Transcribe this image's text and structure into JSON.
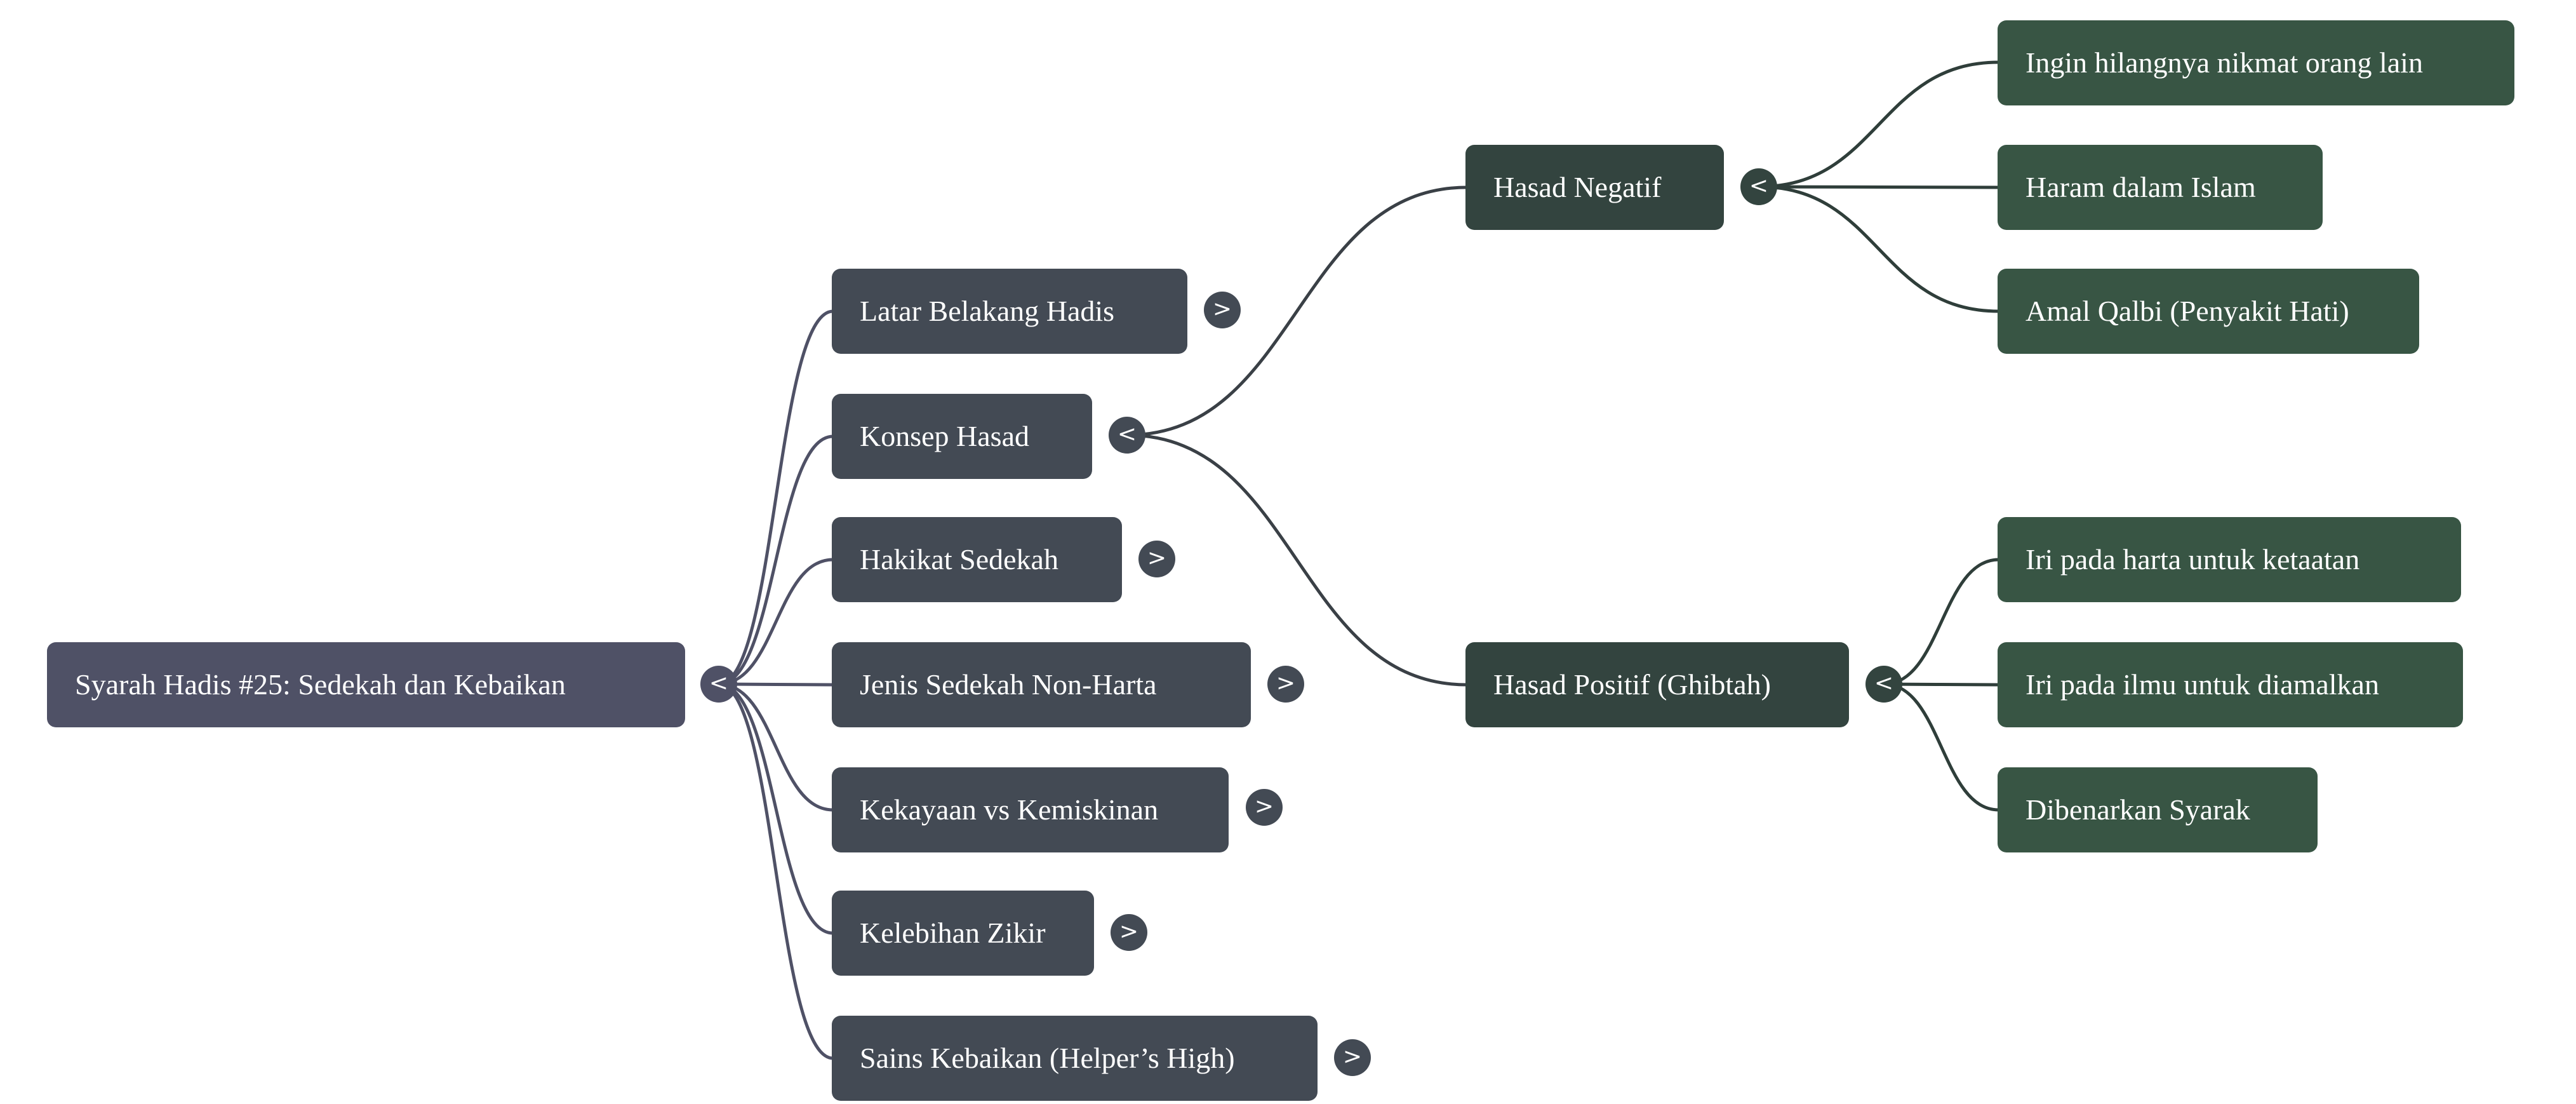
{
  "colors": {
    "root": "#4f5166",
    "level1": "#434a54",
    "level2": "#33443f",
    "level3": "#385544",
    "link_root": "#4f5166",
    "link_level1": "#3a4046",
    "link_level2": "#2f3e3a"
  },
  "root": {
    "label": "Syarah Hadis #25: Sedekah dan Kebaikan",
    "toggle": "<",
    "toggle_icon": "collapse-icon"
  },
  "level1": [
    {
      "label": "Latar Belakang Hadis",
      "toggle": ">",
      "state": "collapsed"
    },
    {
      "label": "Konsep Hasad",
      "toggle": "<",
      "state": "expanded"
    },
    {
      "label": "Hakikat Sedekah",
      "toggle": ">",
      "state": "collapsed"
    },
    {
      "label": "Jenis Sedekah Non-Harta",
      "toggle": ">",
      "state": "collapsed"
    },
    {
      "label": "Kekayaan vs Kemiskinan",
      "toggle": ">",
      "state": "collapsed"
    },
    {
      "label": "Kelebihan Zikir",
      "toggle": ">",
      "state": "collapsed"
    },
    {
      "label": "Sains Kebaikan (Helper’s High)",
      "toggle": ">",
      "state": "collapsed"
    }
  ],
  "level2": [
    {
      "label": "Hasad Negatif",
      "toggle": "<",
      "state": "expanded"
    },
    {
      "label": "Hasad Positif (Ghibtah)",
      "toggle": "<",
      "state": "expanded"
    }
  ],
  "level3": [
    {
      "label": "Ingin hilangnya nikmat orang lain"
    },
    {
      "label": "Haram dalam Islam"
    },
    {
      "label": "Amal Qalbi (Penyakit Hati)"
    },
    {
      "label": "Iri pada harta untuk ketaatan"
    },
    {
      "label": "Iri pada ilmu untuk diamalkan"
    },
    {
      "label": "Dibenarkan Syarak"
    }
  ]
}
